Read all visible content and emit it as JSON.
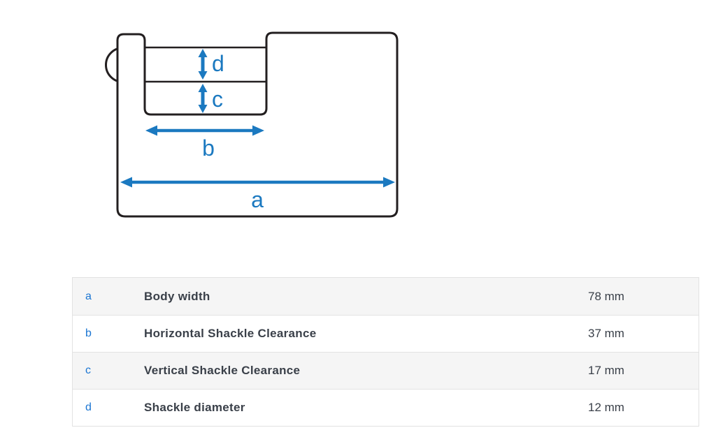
{
  "colors": {
    "diagram_outline": "#231f20",
    "diagram_blue": "#1b79c0",
    "table_letter_blue": "#1a75d2",
    "table_text": "#3a4049",
    "row_alt_background": "#f5f5f5",
    "table_border": "#e2e2e2"
  },
  "diagram": {
    "labels": {
      "a": "a",
      "b": "b",
      "c": "c",
      "d": "d"
    }
  },
  "table": {
    "rows": [
      {
        "letter": "a",
        "label": "Body width",
        "value": "78 mm"
      },
      {
        "letter": "b",
        "label": "Horizontal Shackle Clearance",
        "value": "37 mm"
      },
      {
        "letter": "c",
        "label": "Vertical Shackle Clearance",
        "value": "17 mm"
      },
      {
        "letter": "d",
        "label": "Shackle diameter",
        "value": "12 mm"
      }
    ]
  }
}
